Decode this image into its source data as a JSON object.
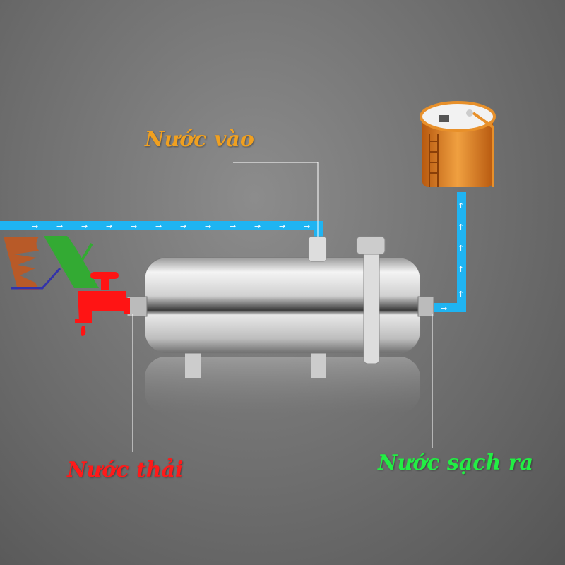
{
  "labels": {
    "inlet": "Nước vào",
    "waste": "Nước thải",
    "clean_out": "Nước sạch ra"
  },
  "colors": {
    "pipe": "#1fb4f2",
    "inlet_label": "#f0a020",
    "waste_label": "#ff1a1a",
    "clean_label": "#22ee44",
    "tank_frame": "#e8902a"
  }
}
